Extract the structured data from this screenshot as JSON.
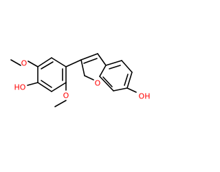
{
  "molecule": {
    "atom_labels": [
      {
        "id": "o-methoxy-top",
        "text": "O",
        "element": "O"
      },
      {
        "id": "oh-left",
        "text": "HO",
        "element": "O"
      },
      {
        "id": "o-methoxy-mid",
        "text": "O",
        "element": "O"
      },
      {
        "id": "o-furan",
        "text": "O",
        "element": "O"
      },
      {
        "id": "oh-right",
        "text": "OH",
        "element": "O"
      }
    ],
    "colors": {
      "bond": "#000000",
      "oxygen": "#ff0000"
    }
  }
}
